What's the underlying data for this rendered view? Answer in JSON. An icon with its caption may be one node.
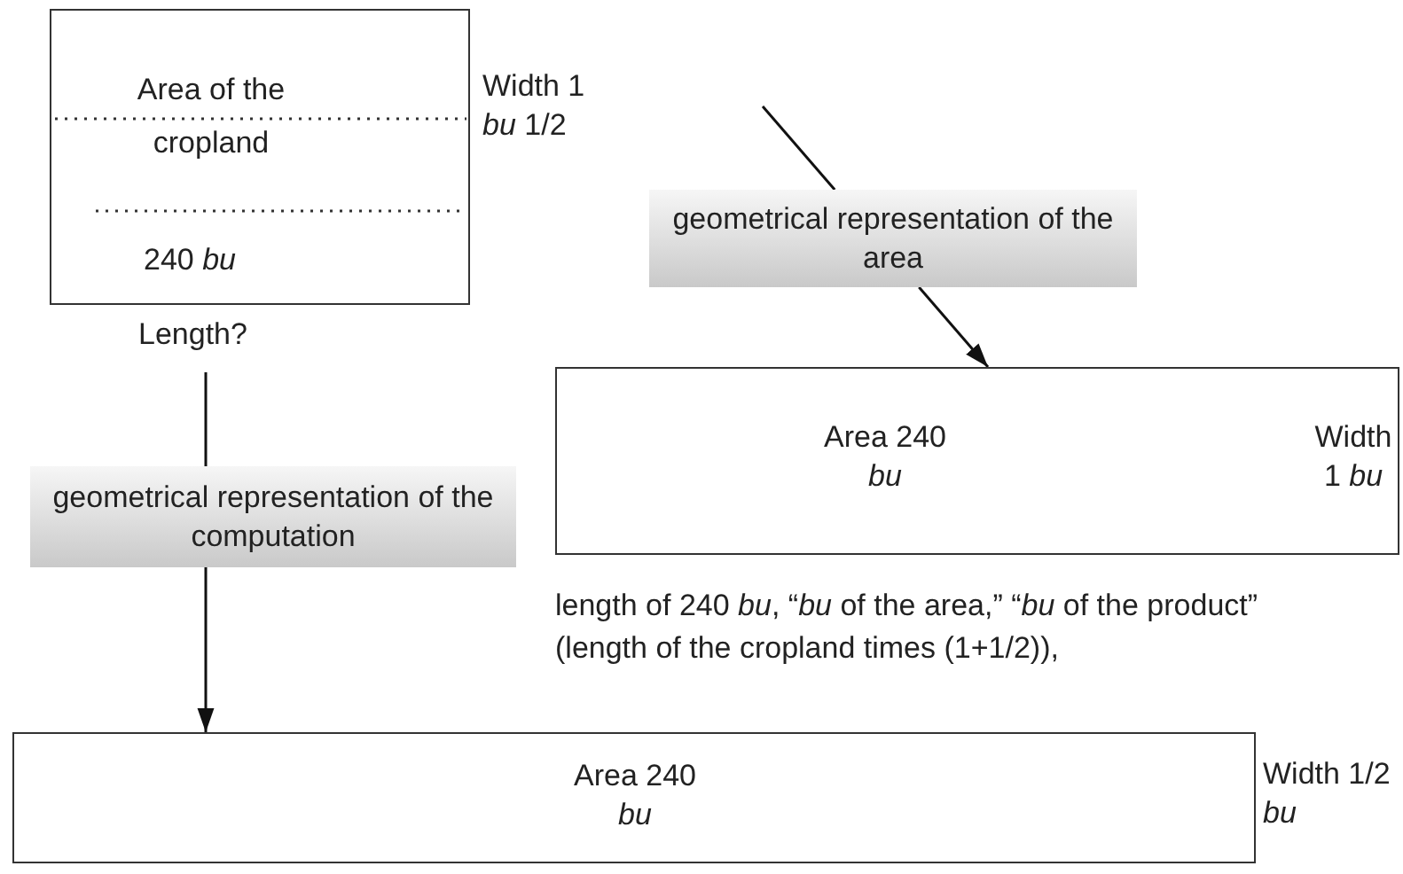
{
  "diagram": {
    "nodes": [
      {
        "text": [
          "Area of the cropland",
          "240 *bu*"
        ],
        "beside": [
          "Width 1 *bu* 1/2",
          "Length?"
        ]
      },
      {
        "text": [
          "geometrical representation of the area"
        ]
      },
      {
        "text": [
          "Area 240 *bu*",
          "Width 1 *bu*"
        ]
      },
      {
        "text": [
          "geometrical representation of the computation"
        ]
      },
      {
        "text": [
          "Area 240 *bu*"
        ],
        "beside": [
          "Width 1/2 *bu*"
        ]
      }
    ],
    "edges": [
      {
        "from": null,
        "to": 1,
        "arrow": "none"
      },
      {
        "from": 1,
        "to": 2,
        "arrow": "to"
      },
      {
        "from": null,
        "to": 3,
        "arrow": "none"
      },
      {
        "from": 3,
        "to": 4,
        "arrow": "to"
      }
    ],
    "labels": [
      "length of 240 *bu*, “*bu* of the area,” “*bu* of the product” (length of the cropland times (1+1/2)),"
    ]
  }
}
